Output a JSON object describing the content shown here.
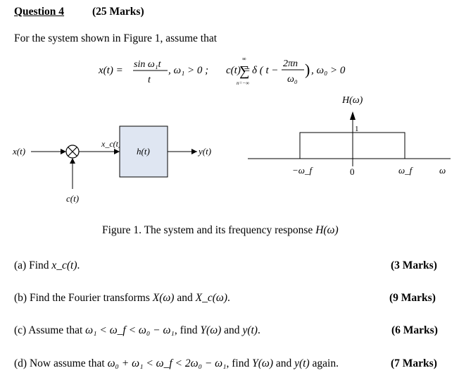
{
  "header": {
    "question_label": "Question 4",
    "marks_label": "(25 Marks)"
  },
  "intro": "For the system shown in Figure 1, assume that",
  "equation": {
    "x_lhs": "x(t) =",
    "sinc_num": "sin ω₁t",
    "sinc_den": "t",
    "cond1": ", ω₁ > 0 ;",
    "c_lhs": "c(t) =",
    "sum_top": "∞",
    "sum_bottom": "n=−∞",
    "delta_arg_lead": "δ ( t −",
    "frac_num": "2πn",
    "frac_den": "ω₀",
    "close_paren": ")",
    "cond2": ", ω₀ > 0"
  },
  "block_diagram": {
    "input_label": "x(t)",
    "mixer_out_label": "x_c(t)",
    "block_label": "h(t)",
    "output_label": "y(t)",
    "carrier_label": "c(t)"
  },
  "freq_response": {
    "title": "H(ω)",
    "height_label": "1",
    "neg_cutoff": "−ω_f",
    "origin": "0",
    "pos_cutoff": "ω_f",
    "axis_var": "ω"
  },
  "caption": {
    "text": "Figure 1. The system and its frequency response",
    "symbol": "H(ω)"
  },
  "parts": [
    {
      "text_a": "(a) Find",
      "math_a": "x_c(t)",
      "text_b": ".",
      "math_b": "",
      "text_c": "",
      "math_c": "",
      "text_d": "",
      "marks": "(3 Marks)"
    },
    {
      "text_a": "(b) Find the Fourier transforms",
      "math_a": "X(ω)",
      "text_b": "and",
      "math_b": "X_c(ω)",
      "text_c": ".",
      "math_c": "",
      "text_d": "",
      "marks": "(9 Marks)"
    },
    {
      "text_a": "(c) Assume that",
      "math_a": "ω₁ < ω_f < ω₀ − ω₁",
      "text_b": ", find",
      "math_b": "Y(ω)",
      "text_c": "and",
      "math_c": "y(t)",
      "text_d": ".",
      "marks": "(6 Marks)"
    },
    {
      "text_a": "(d) Now assume that",
      "math_a": "ω₀ + ω₁ < ω_f < 2ω₀ − ω₁",
      "text_b": ", find",
      "math_b": "Y(ω)",
      "text_c": "and",
      "math_c": "y(t)",
      "text_d": "again.",
      "marks": "(7 Marks)"
    }
  ]
}
